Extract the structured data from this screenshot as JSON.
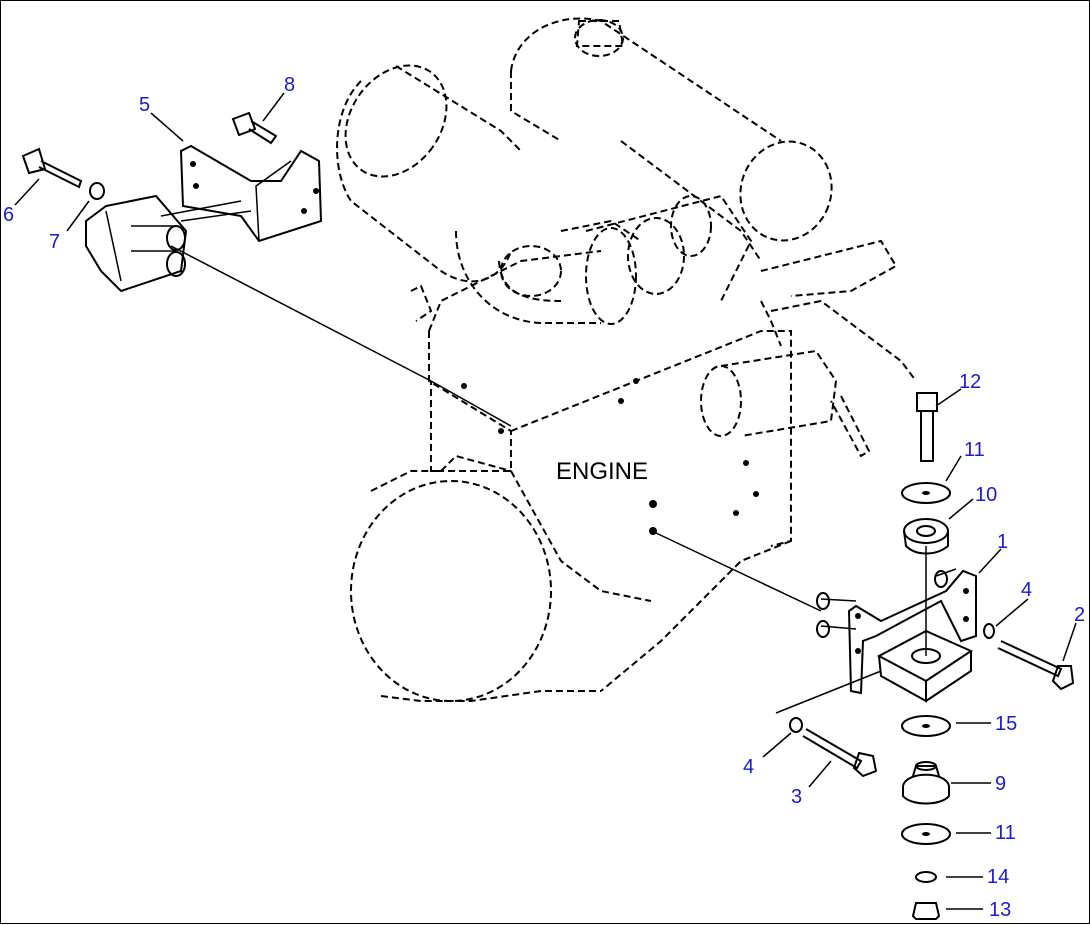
{
  "diagram": {
    "engine_label": "ENGINE",
    "callouts": {
      "c1": "1",
      "c2": "2",
      "c3": "3",
      "c4a": "4",
      "c4b": "4",
      "c5": "5",
      "c6": "6",
      "c7": "7",
      "c8": "8",
      "c9": "9",
      "c10": "10",
      "c11a": "11",
      "c11b": "11",
      "c12": "12",
      "c13": "13",
      "c14": "14",
      "c15": "15"
    }
  }
}
